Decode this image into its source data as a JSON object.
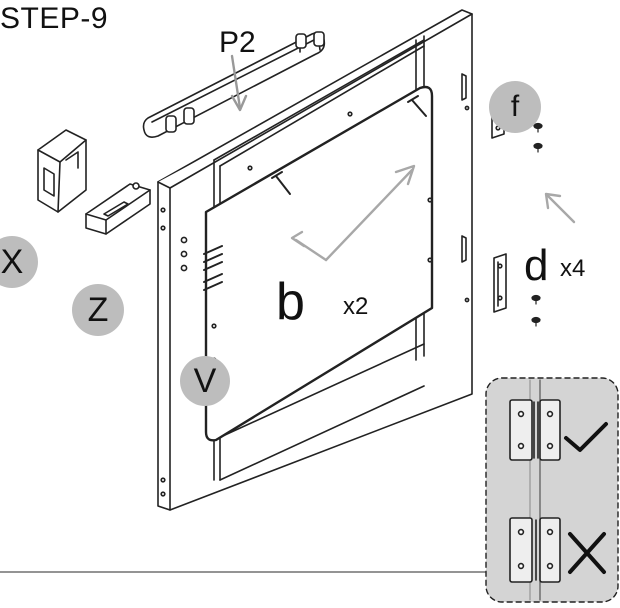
{
  "step": {
    "title": "STEP-9"
  },
  "parts": {
    "handle": "P2",
    "panel": {
      "label": "b",
      "qty": "x2"
    },
    "screws": {
      "label": "d",
      "qty": "x4"
    }
  },
  "callouts": {
    "x": "X",
    "z": "Z",
    "v": "V",
    "f": "f"
  },
  "colors": {
    "line": "#222222",
    "badge": "#bdbdbd",
    "inset": "#d4d4d4",
    "arrow": "#a8a8a8"
  },
  "icons": {
    "correct": "check-mark-icon",
    "wrong": "cross-mark-icon"
  }
}
